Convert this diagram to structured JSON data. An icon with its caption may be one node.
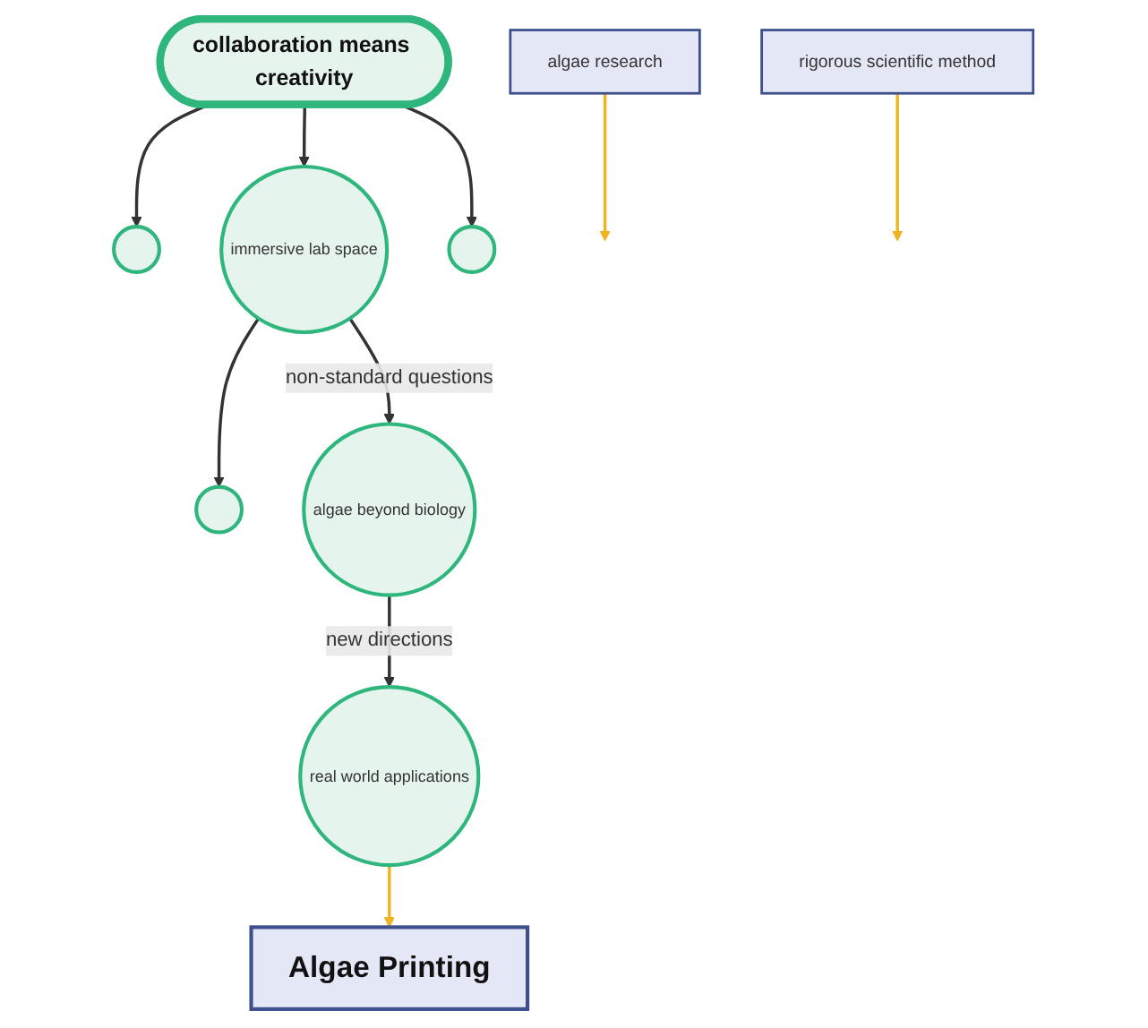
{
  "diagram": {
    "nodes": [
      {
        "text": [
          "collaboration means creativity"
        ]
      },
      {
        "text": [],
        "shape": "circle"
      },
      {
        "text": [
          "immersive lab space"
        ]
      },
      {
        "text": [],
        "shape": "circle"
      },
      {
        "text": [],
        "shape": "circle"
      },
      {
        "text": [
          "algae beyond biology"
        ]
      },
      {
        "text": [
          "real world applications"
        ]
      },
      {
        "text": [
          "algae research"
        ]
      },
      {
        "text": [
          "rigorous scientific method"
        ]
      },
      {
        "text": [
          "Algae Printing"
        ]
      }
    ],
    "edges": [
      {
        "from": 0,
        "to": 1,
        "arrow": "to"
      },
      {
        "from": 0,
        "to": 2,
        "arrow": "to"
      },
      {
        "from": 0,
        "to": 3,
        "arrow": "to"
      },
      {
        "from": 2,
        "to": 4,
        "arrow": "to"
      },
      {
        "from": 2,
        "to": 5,
        "label": "non-standard questions",
        "arrow": "to"
      },
      {
        "from": 5,
        "to": 6,
        "label": "new directions",
        "arrow": "to"
      },
      {
        "from": 7,
        "to": null,
        "arrow": "to",
        "color": "#f0b323"
      },
      {
        "from": 8,
        "to": null,
        "arrow": "to",
        "color": "#f0b323"
      },
      {
        "from": 6,
        "to": 9,
        "arrow": "to",
        "color": "#f0b323"
      }
    ]
  }
}
